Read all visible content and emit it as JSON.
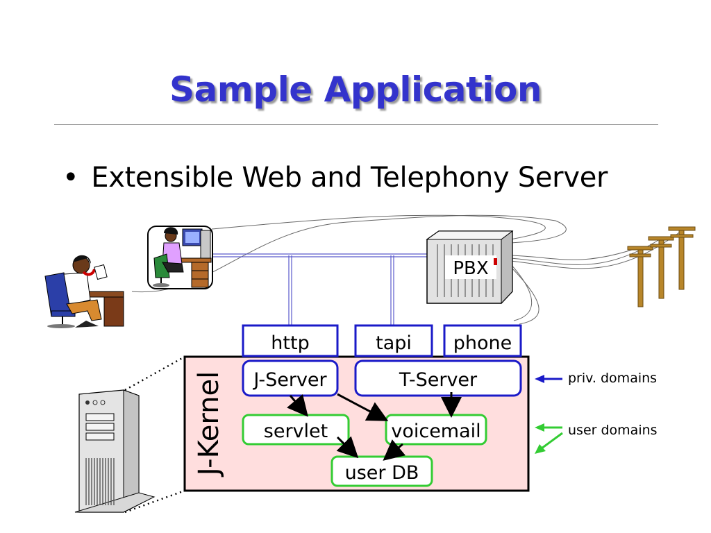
{
  "title": "Sample Application",
  "bullet": "Extensible Web and Telephony Server",
  "diagram": {
    "pbx_label": "PBX",
    "interfaces": {
      "http": "http",
      "tapi": "tapi",
      "phone": "phone"
    },
    "kernel_label": "J-Kernel",
    "nodes": {
      "jserver": "J-Server",
      "tserver": "T-Server",
      "servlet": "servlet",
      "voicemail": "voicemail",
      "userdb": "user DB"
    },
    "legend": {
      "priv": "priv. domains",
      "user": "user domains"
    },
    "colors": {
      "title": "#3333cc",
      "blue_box": "#1a1ac8",
      "green_box": "#33cc33",
      "kernel_fill": "#ffdede",
      "line_blue": "#5a5acc"
    }
  }
}
